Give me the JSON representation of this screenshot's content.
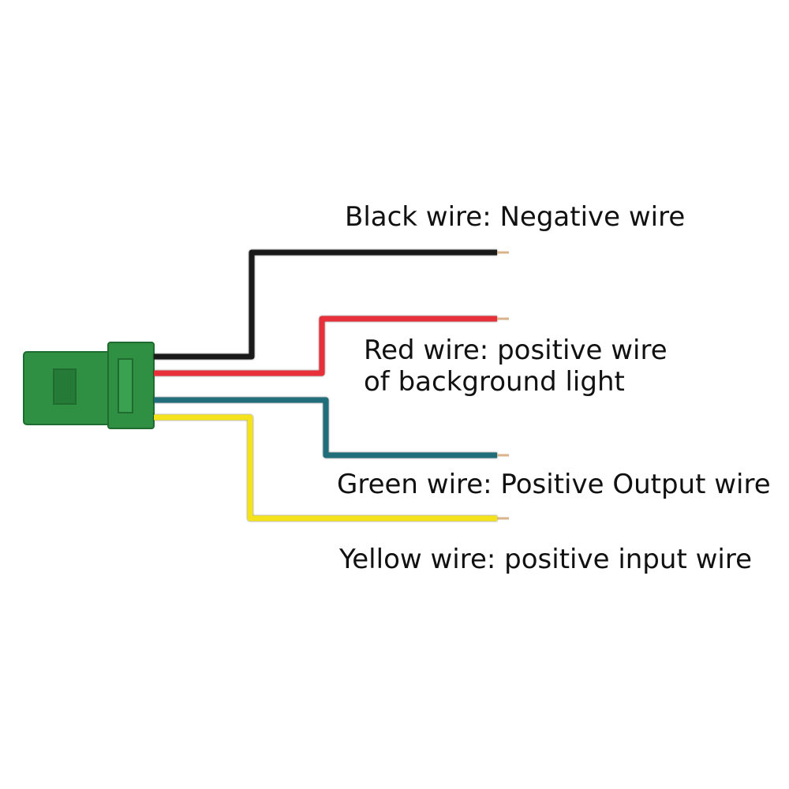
{
  "connector": {
    "color": "#2f8f43",
    "icon": "green-connector-icon"
  },
  "wires": [
    {
      "id": "black",
      "color": "#1a1a1a",
      "label_lines": [
        "Black wire: Negative wire"
      ]
    },
    {
      "id": "red",
      "color": "#e8303a",
      "label_lines": [
        "Red wire: positive wire",
        "of background light"
      ]
    },
    {
      "id": "green",
      "color": "#1f6e7a",
      "label_lines": [
        "Green wire: Positive Output wire"
      ]
    },
    {
      "id": "yellow",
      "color": "#f4e21a",
      "label_lines": [
        "Yellow wire: positive input wire"
      ]
    }
  ],
  "wire_tip_color": "#d9b38c"
}
